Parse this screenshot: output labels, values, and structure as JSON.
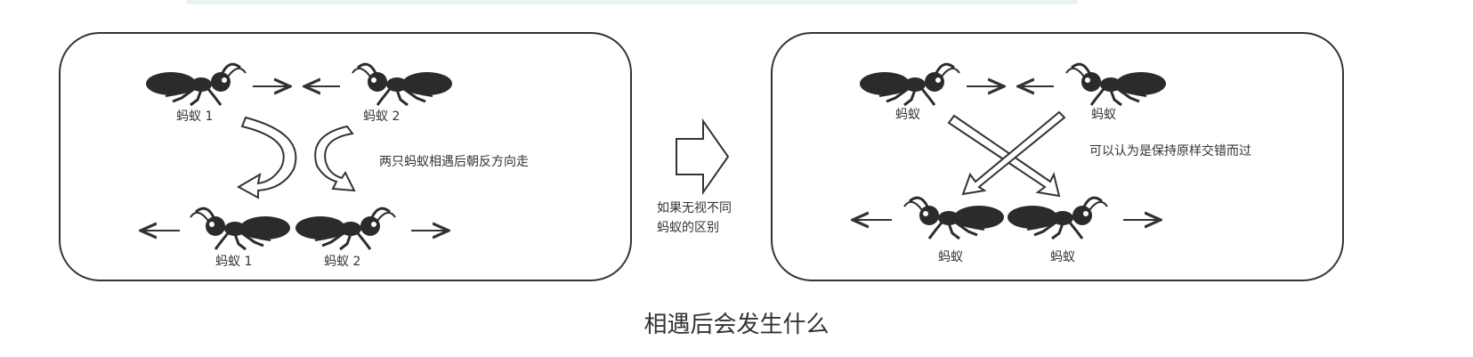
{
  "left_panel": {
    "top_ant_left": "蚂蚁 1",
    "top_ant_right": "蚂蚁 2",
    "note": "两只蚂蚁相遇后朝反方向走",
    "bottom_ant_left": "蚂蚁 1",
    "bottom_ant_right": "蚂蚁 2"
  },
  "middle": {
    "line1": "如果无视不同",
    "line2": "蚂蚁的区别"
  },
  "right_panel": {
    "top_ant_left": "蚂蚁",
    "top_ant_right": "蚂蚁",
    "note": "可以认为是保持原样交错而过",
    "bottom_ant_left": "蚂蚁",
    "bottom_ant_right": "蚂蚁"
  },
  "caption": "相遇后会发生什么"
}
